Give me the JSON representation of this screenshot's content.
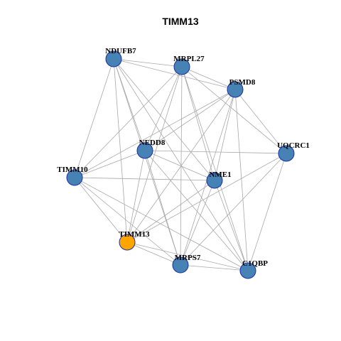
{
  "title": "TIMM13",
  "colors": {
    "node_default": "#4682b4",
    "node_highlight": "#ffa500",
    "node_border": "#1a2ea8",
    "edge": "#a9a9a9"
  },
  "nodes": [
    {
      "id": "NDUFB7",
      "label": "NDUFB7",
      "highlight": false
    },
    {
      "id": "MRPL27",
      "label": "MRPL27",
      "highlight": false
    },
    {
      "id": "PSMD8",
      "label": "PSMD8",
      "highlight": false
    },
    {
      "id": "UQCRC1",
      "label": "UQCRC1",
      "highlight": false
    },
    {
      "id": "NEDD8",
      "label": "NEDD8",
      "highlight": false
    },
    {
      "id": "NME1",
      "label": "NME1",
      "highlight": false
    },
    {
      "id": "TIMM10",
      "label": "TIMM10",
      "highlight": false
    },
    {
      "id": "TIMM13",
      "label": "TIMM13",
      "highlight": true
    },
    {
      "id": "MRPS7",
      "label": "MRPS7",
      "highlight": false
    },
    {
      "id": "C1QBP",
      "label": "C1QBP",
      "highlight": false
    }
  ],
  "edges": [
    [
      "NDUFB7",
      "MRPL27"
    ],
    [
      "NDUFB7",
      "PSMD8"
    ],
    [
      "NDUFB7",
      "TIMM10"
    ],
    [
      "NDUFB7",
      "TIMM13"
    ],
    [
      "NDUFB7",
      "MRPS7"
    ],
    [
      "NDUFB7",
      "NME1"
    ],
    [
      "NDUFB7",
      "NEDD8"
    ],
    [
      "NDUFB7",
      "C1QBP"
    ],
    [
      "MRPL27",
      "PSMD8"
    ],
    [
      "MRPL27",
      "NEDD8"
    ],
    [
      "MRPL27",
      "TIMM10"
    ],
    [
      "MRPL27",
      "TIMM13"
    ],
    [
      "MRPL27",
      "NME1"
    ],
    [
      "MRPL27",
      "MRPS7"
    ],
    [
      "MRPL27",
      "C1QBP"
    ],
    [
      "MRPL27",
      "UQCRC1"
    ],
    [
      "PSMD8",
      "UQCRC1"
    ],
    [
      "PSMD8",
      "NEDD8"
    ],
    [
      "PSMD8",
      "NME1"
    ],
    [
      "PSMD8",
      "TIMM13"
    ],
    [
      "PSMD8",
      "MRPS7"
    ],
    [
      "PSMD8",
      "C1QBP"
    ],
    [
      "PSMD8",
      "TIMM10"
    ],
    [
      "UQCRC1",
      "NEDD8"
    ],
    [
      "UQCRC1",
      "TIMM13"
    ],
    [
      "UQCRC1",
      "MRPS7"
    ],
    [
      "UQCRC1",
      "C1QBP"
    ],
    [
      "NEDD8",
      "NME1"
    ],
    [
      "NEDD8",
      "TIMM10"
    ],
    [
      "NEDD8",
      "TIMM13"
    ],
    [
      "NEDD8",
      "MRPS7"
    ],
    [
      "NEDD8",
      "C1QBP"
    ],
    [
      "NME1",
      "TIMM10"
    ],
    [
      "NME1",
      "TIMM13"
    ],
    [
      "NME1",
      "MRPS7"
    ],
    [
      "NME1",
      "C1QBP"
    ],
    [
      "TIMM10",
      "TIMM13"
    ],
    [
      "TIMM10",
      "MRPS7"
    ],
    [
      "TIMM10",
      "C1QBP"
    ],
    [
      "TIMM13",
      "MRPS7"
    ],
    [
      "TIMM13",
      "C1QBP"
    ],
    [
      "MRPS7",
      "C1QBP"
    ]
  ]
}
